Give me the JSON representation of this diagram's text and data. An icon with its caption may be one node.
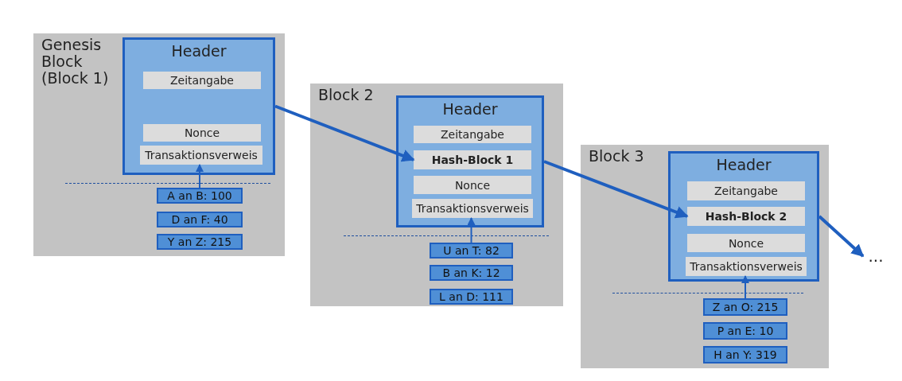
{
  "diagram": {
    "nodes": [
      {
        "text": [
          "Genesis Block (Block 1)"
        ]
      },
      {
        "text": [
          "Header"
        ],
        "in": 0
      },
      {
        "text": [
          "Zeitangabe"
        ],
        "in": 1
      },
      {
        "text": [
          "Nonce"
        ],
        "in": 1
      },
      {
        "text": [
          "Transaktionsverweis"
        ],
        "in": 1
      },
      {
        "text": [
          "A an B: 100"
        ],
        "in": 0
      },
      {
        "text": [
          "D an F: 40"
        ],
        "in": 0
      },
      {
        "text": [
          "Y an Z: 215"
        ],
        "in": 0
      },
      {
        "text": [
          "Block 2"
        ]
      },
      {
        "text": [
          "Header"
        ],
        "in": 8
      },
      {
        "text": [
          "Zeitangabe"
        ],
        "in": 9
      },
      {
        "text": [
          "Hash-Block 1"
        ],
        "in": 9
      },
      {
        "text": [
          "Nonce"
        ],
        "in": 9
      },
      {
        "text": [
          "Transaktionsverweis"
        ],
        "in": 9
      },
      {
        "text": [
          "U an T: 82"
        ],
        "in": 8
      },
      {
        "text": [
          "B an K: 12"
        ],
        "in": 8
      },
      {
        "text": [
          "L an D: 111"
        ],
        "in": 8
      },
      {
        "text": [
          "Block 3"
        ]
      },
      {
        "text": [
          "Header"
        ],
        "in": 17
      },
      {
        "text": [
          "Zeitangabe"
        ],
        "in": 18
      },
      {
        "text": [
          "Hash-Block 2"
        ],
        "in": 18
      },
      {
        "text": [
          "Nonce"
        ],
        "in": 18
      },
      {
        "text": [
          "Transaktionsverweis"
        ],
        "in": 18
      },
      {
        "text": [
          "Z an O: 215"
        ],
        "in": 17
      },
      {
        "text": [
          "P an E: 10"
        ],
        "in": 17
      },
      {
        "text": [
          "H an Y: 319"
        ],
        "in": 17
      },
      {
        "text": [
          "..."
        ]
      }
    ],
    "edges": [
      {
        "from": 5,
        "to": 4,
        "arrow": "to"
      },
      {
        "from": 1,
        "to": 11,
        "arrow": "to",
        "style": "thick"
      },
      {
        "from": 14,
        "to": 13,
        "arrow": "to"
      },
      {
        "from": 9,
        "to": 20,
        "arrow": "to",
        "style": "thick"
      },
      {
        "from": 23,
        "to": 22,
        "arrow": "to"
      },
      {
        "from": 18,
        "to": 26,
        "arrow": "to",
        "style": "thick"
      }
    ]
  }
}
